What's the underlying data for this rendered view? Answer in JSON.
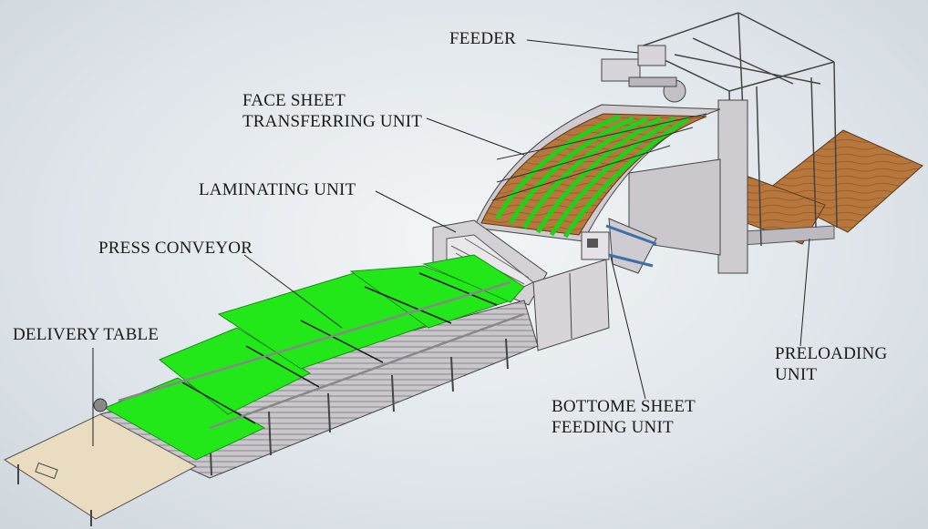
{
  "labels": {
    "feeder": "FEEDER",
    "face_sheet_line1": "FACE SHEET",
    "face_sheet_line2": "TRANSFERRING UNIT",
    "laminating": "LAMINATING UNIT",
    "press_conveyor": "PRESS CONVEYOR",
    "delivery_table": "DELIVERY TABLE",
    "preloading_line1": "PRELOADING",
    "preloading_line2": "UNIT",
    "bottom_sheet_line1": "BOTTOME SHEET",
    "bottom_sheet_line2": "FEEDING UNIT"
  },
  "colors": {
    "belt_green": "#22e81a",
    "frame_grey": "#c9c5c9",
    "wood": "#b8763a",
    "table": "#e9dcc0",
    "leader": "#222222"
  }
}
